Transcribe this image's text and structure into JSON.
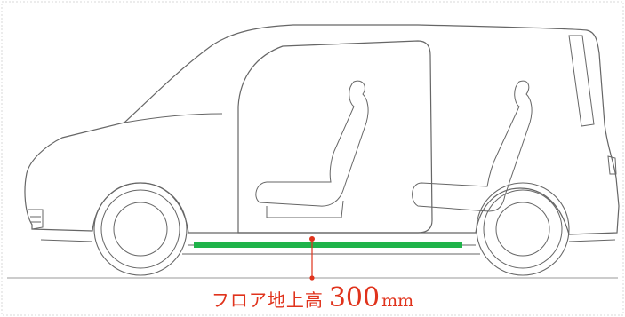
{
  "caption": {
    "label": "フロア地上高",
    "value": "300",
    "unit": "mm"
  },
  "colors": {
    "caption": "#e0331c",
    "floor_bar": "#1fb34a",
    "marker": "#e0331c",
    "outline": "#666666",
    "ground": "#999999",
    "frame": "#d8d8d8"
  }
}
